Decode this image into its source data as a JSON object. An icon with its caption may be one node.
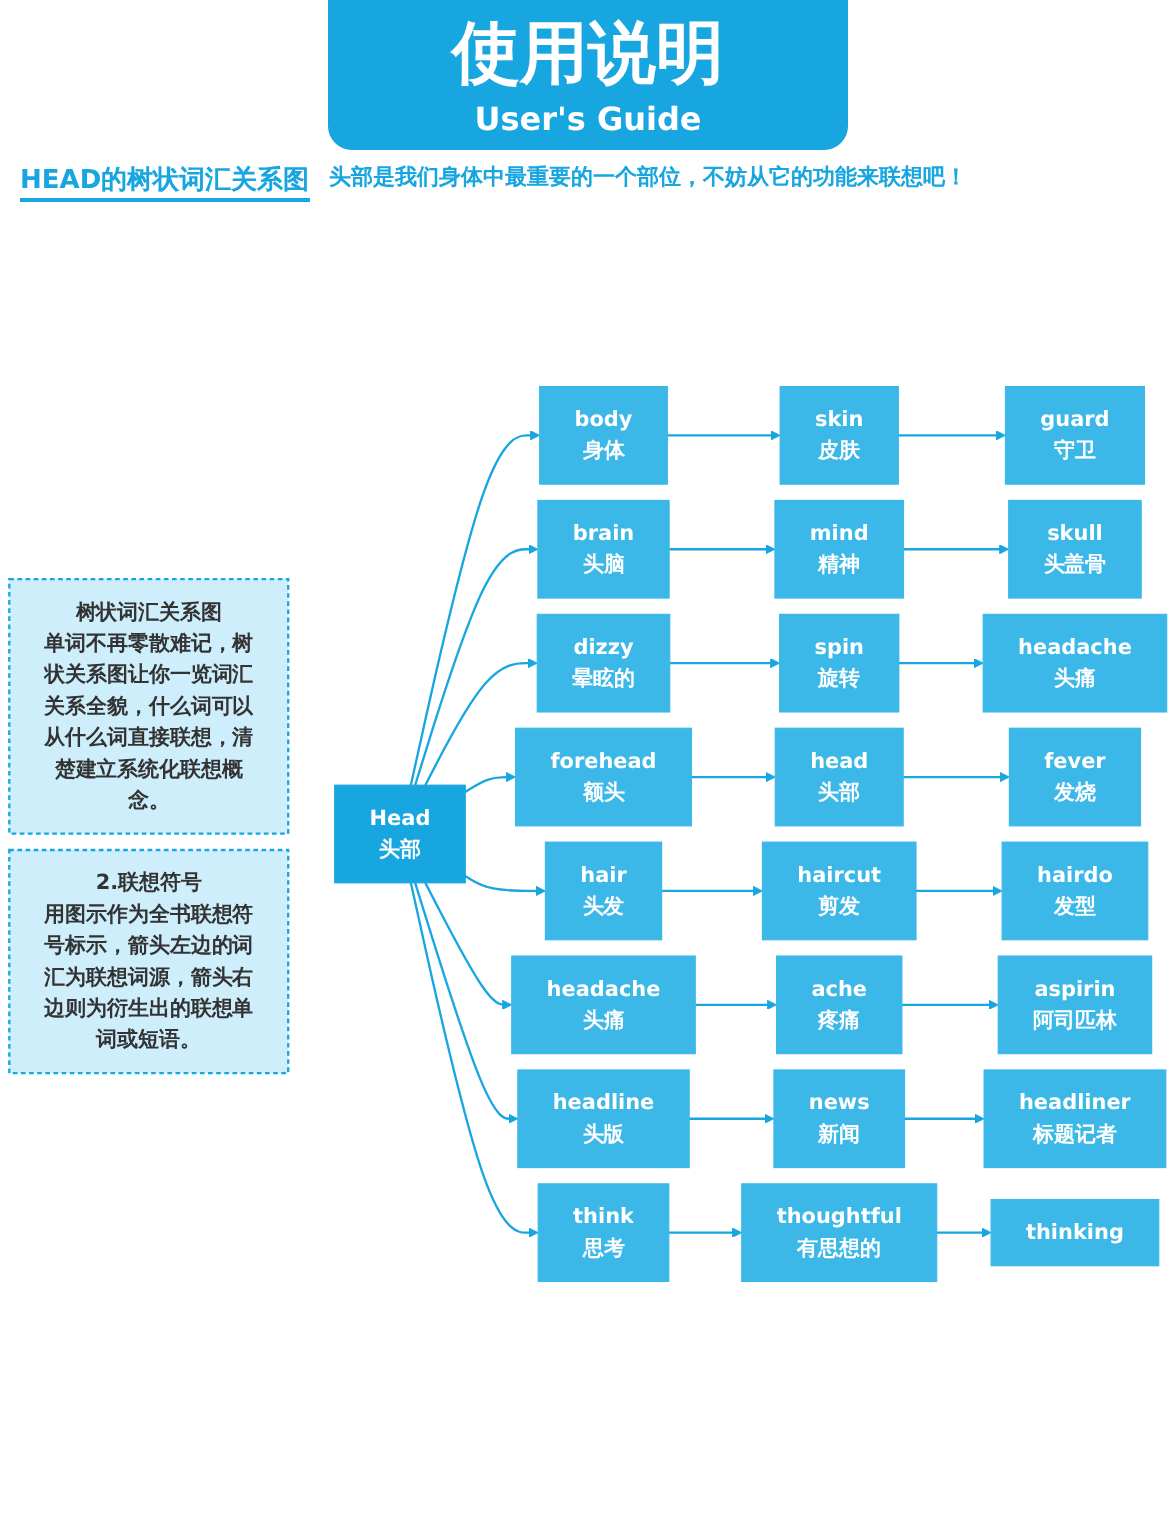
{
  "diagram": {
    "title": "使用说明",
    "nodes": [
      {
        "text": [
          "Head",
          "头部"
        ]
      },
      {
        "text": [
          "body",
          "身体"
        ]
      },
      {
        "text": [
          "skin",
          "皮肤"
        ]
      },
      {
        "text": [
          "guard",
          "守卫"
        ]
      },
      {
        "text": [
          "brain",
          "头脑"
        ]
      },
      {
        "text": [
          "mind",
          "精神"
        ]
      },
      {
        "text": [
          "skull",
          "头盖骨"
        ]
      },
      {
        "text": [
          "dizzy",
          "晕眩的"
        ]
      },
      {
        "text": [
          "spin",
          "旋转"
        ]
      },
      {
        "text": [
          "headache",
          "头痛"
        ]
      },
      {
        "text": [
          "forehead",
          "额头"
        ]
      },
      {
        "text": [
          "head",
          "头部"
        ]
      },
      {
        "text": [
          "fever",
          "发烧"
        ]
      },
      {
        "text": [
          "hair",
          "头发"
        ]
      },
      {
        "text": [
          "haircut",
          "剪发"
        ]
      },
      {
        "text": [
          "hairdo",
          "发型"
        ]
      },
      {
        "text": [
          "headache",
          "头痛"
        ]
      },
      {
        "text": [
          "ache",
          "疼痛"
        ]
      },
      {
        "text": [
          "aspirin",
          "阿司匹林"
        ]
      },
      {
        "text": [
          "headline",
          "头版"
        ]
      },
      {
        "text": [
          "news",
          "新闻"
        ]
      },
      {
        "text": [
          "headliner",
          "标题记者"
        ]
      },
      {
        "text": [
          "think",
          "思考"
        ]
      },
      {
        "text": [
          "thoughtful",
          "有思想的"
        ]
      },
      {
        "text": [
          "thinking"
        ]
      },
      {
        "text": [
          "树状词汇关系图",
          "单词不再零散难记，树状关系图让你一览词汇关系全貌，什么词可以从什么词直接联想，清楚建立系统化联想概念。"
        ]
      },
      {
        "text": [
          "2.联想符号",
          "用图示作为全书联想符号标示，箭头左边的词汇为联想词源，箭头右边则为衍生出的联想单词或短语。"
        ]
      }
    ],
    "edges": [
      {
        "from": 0,
        "to": 1,
        "arrow": "to"
      },
      {
        "from": 1,
        "to": 2,
        "arrow": "to"
      },
      {
        "from": 2,
        "to": 3,
        "arrow": "to"
      },
      {
        "from": 0,
        "to": 4,
        "arrow": "to"
      },
      {
        "from": 4,
        "to": 5,
        "arrow": "to"
      },
      {
        "from": 5,
        "to": 6,
        "arrow": "to"
      },
      {
        "from": 0,
        "to": 7,
        "arrow": "to"
      },
      {
        "from": 7,
        "to": 8,
        "arrow": "to"
      },
      {
        "from": 8,
        "to": 9,
        "arrow": "to"
      },
      {
        "from": 0,
        "to": 10,
        "arrow": "to"
      },
      {
        "from": 10,
        "to": 11,
        "arrow": "to"
      },
      {
        "from": 11,
        "to": 12,
        "arrow": "to"
      },
      {
        "from": 0,
        "to": 13,
        "arrow": "to"
      },
      {
        "from": 13,
        "to": 14,
        "arrow": "to"
      },
      {
        "from": 14,
        "to": 15,
        "arrow": "to"
      },
      {
        "from": 0,
        "to": 16,
        "arrow": "to"
      },
      {
        "from": 16,
        "to": 17,
        "arrow": "to"
      },
      {
        "from": 17,
        "to": 18,
        "arrow": "to"
      },
      {
        "from": 0,
        "to": 19,
        "arrow": "to"
      },
      {
        "from": 19,
        "to": 20,
        "arrow": "to"
      },
      {
        "from": 20,
        "to": 21,
        "arrow": "to"
      },
      {
        "from": 0,
        "to": 22,
        "arrow": "to"
      },
      {
        "from": 22,
        "to": 23,
        "arrow": "to"
      },
      {
        "from": 23,
        "to": 24,
        "arrow": "to"
      }
    ],
    "labels": [
      "User's Guide",
      "HEAD的树状词汇关系图",
      "头部是我们身体中最重要的一个部位，不妨从它的功能来联想吧！"
    ]
  }
}
